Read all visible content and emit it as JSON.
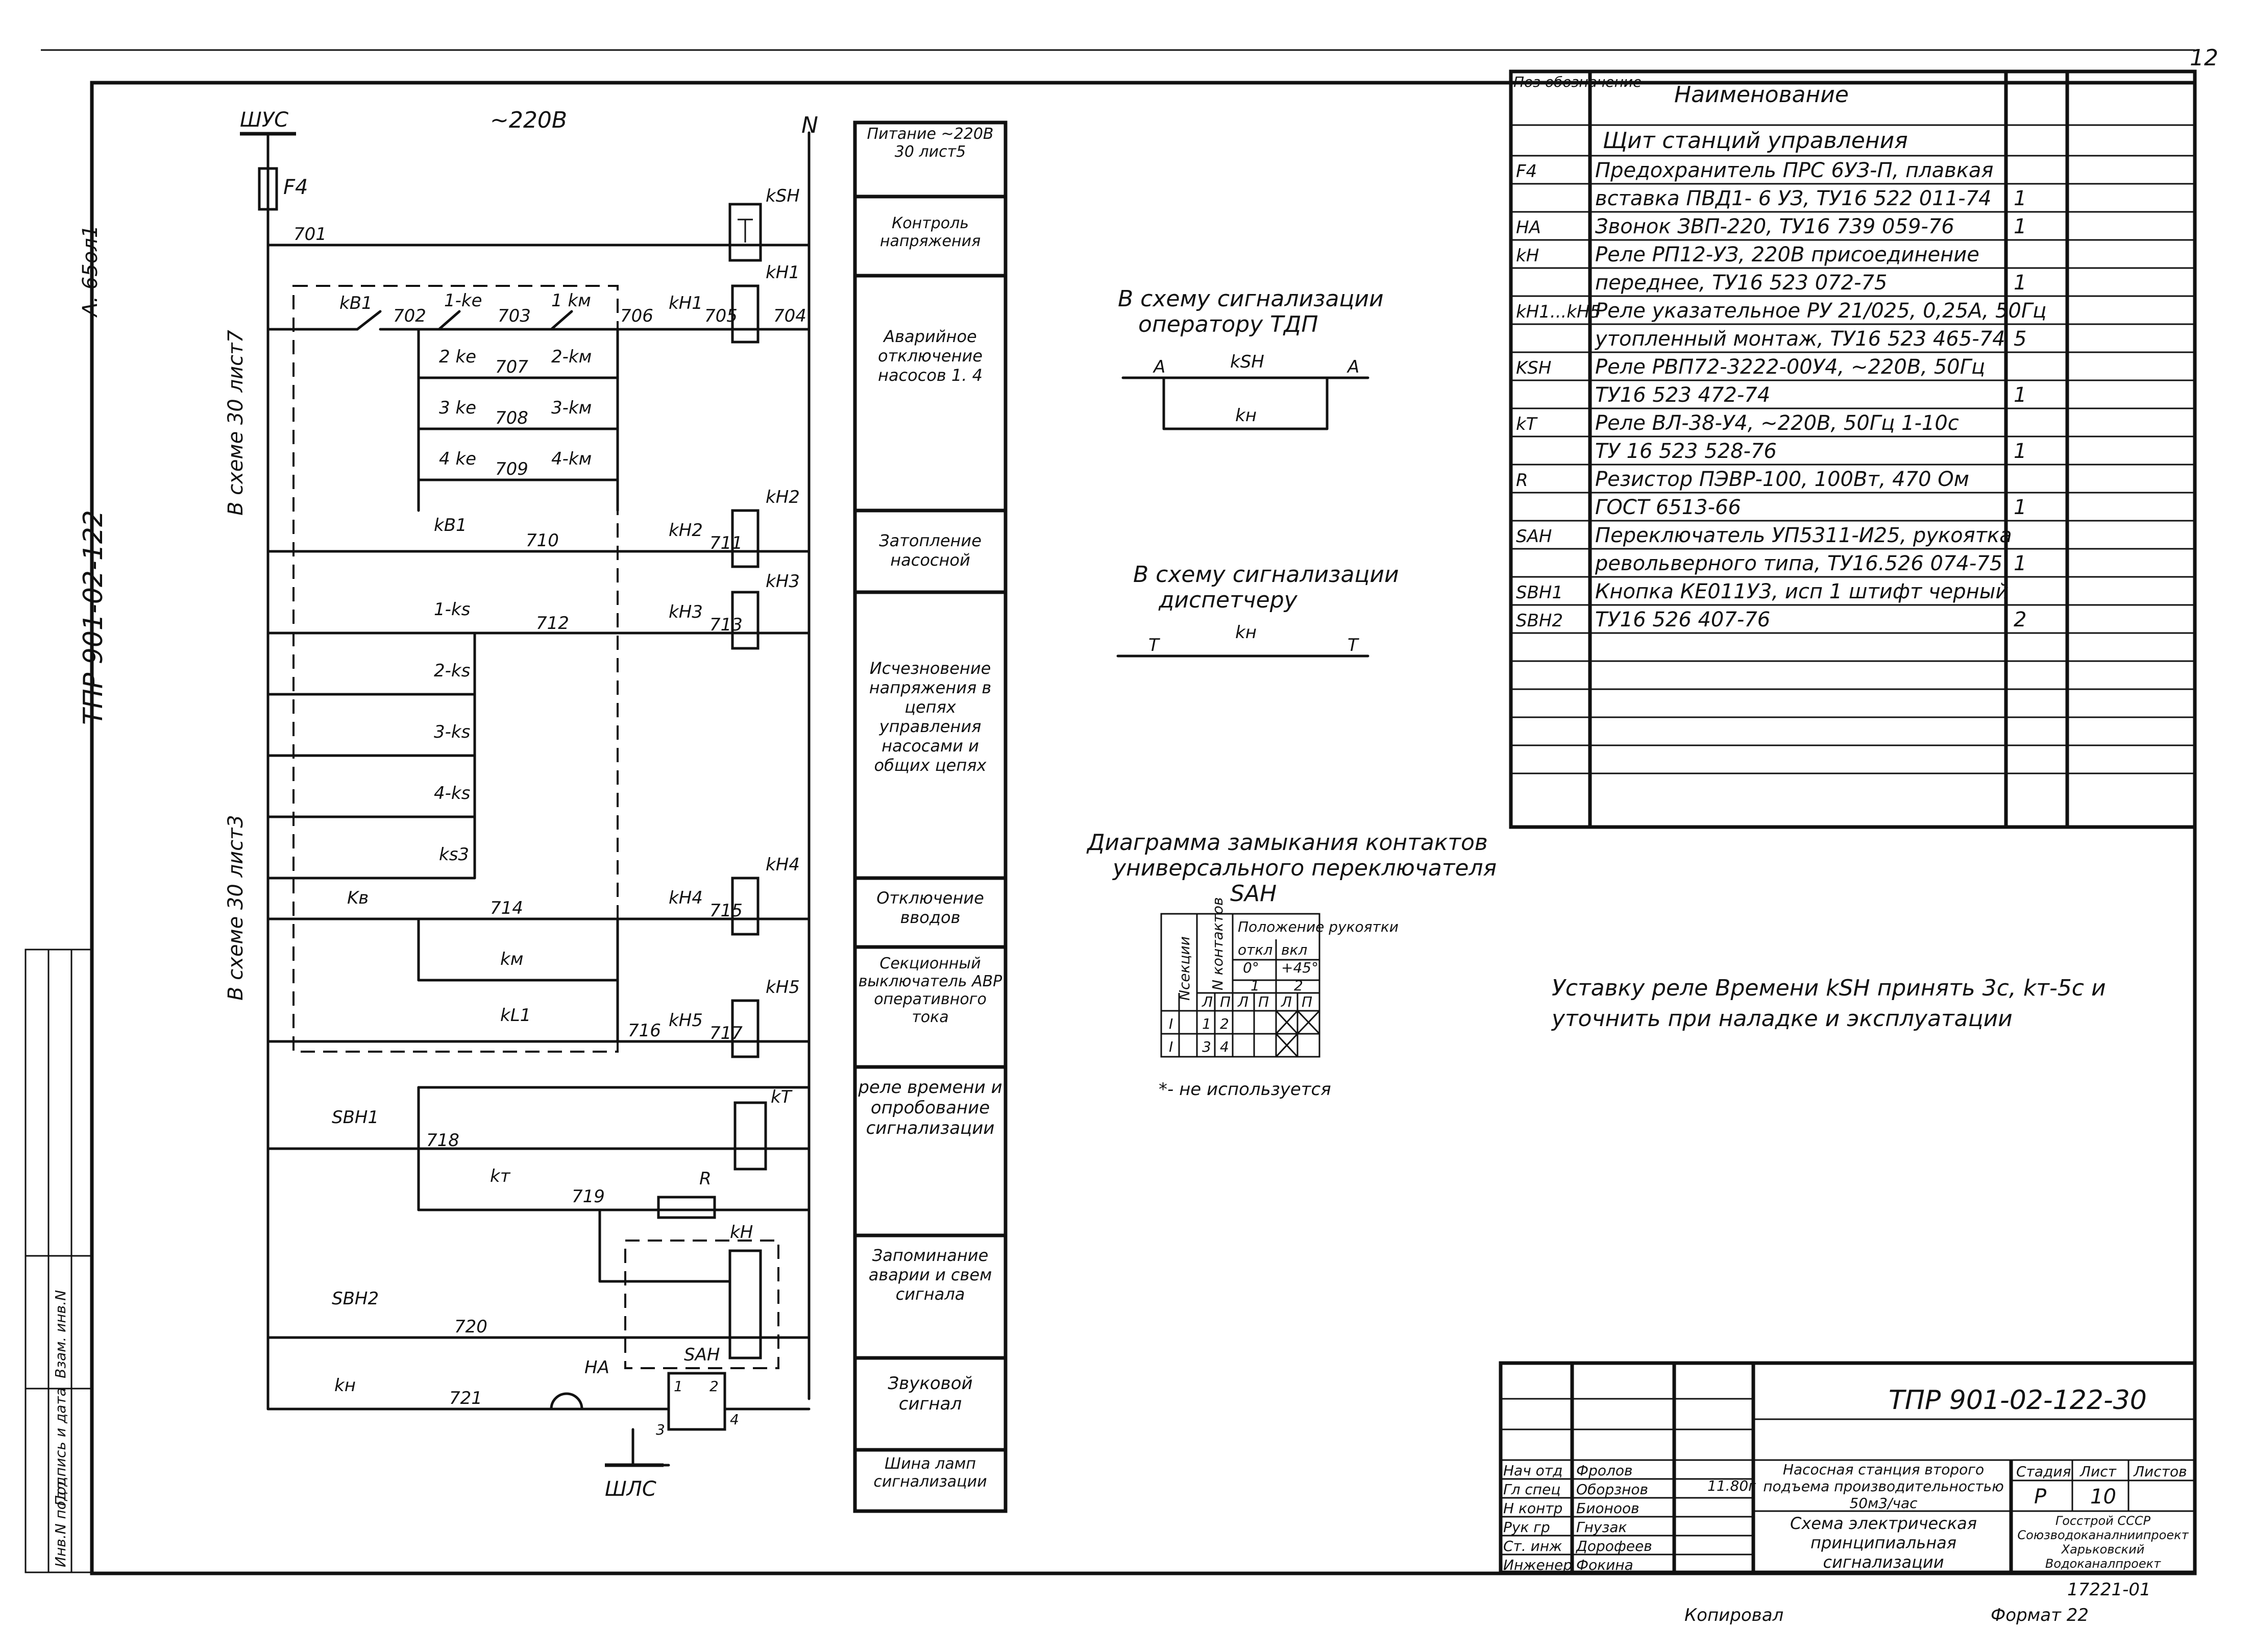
{
  "sheet_number": "12",
  "document_code_side": "ТПР 901-02-122",
  "album_ref_side": "А. 65ол1",
  "bus_top": "ШУС",
  "voltage": "~220В",
  "neutral": "N",
  "bus_bottom": "ШЛС",
  "fuse": "F4",
  "relays": {
    "ksh": "kSH",
    "kh1": "kH1",
    "kh2": "kH2",
    "kh3": "kH3",
    "kh4": "kH4",
    "kh5": "kH5",
    "kt": "kT",
    "kh": "kH",
    "r": "R",
    "ha": "HA",
    "sah": "SAH",
    "sbh1": "SBH1",
    "sbh2": "SBH2"
  },
  "contacts": {
    "kb1a": "kB1",
    "k1ke": "1-kе",
    "k1km": "1 kм",
    "k2ke": "2 kе",
    "k2km": "2-kм",
    "k3ke": "3 kе",
    "k3km": "3-kм",
    "k4ke": "4 kе",
    "k4km": "4-kм",
    "kb1b": "kB1",
    "k1ks": "1-ks",
    "k2ks": "2-ks",
    "k3ks": "3-ks",
    "k4ks": "4-ks",
    "ks3": "ks3",
    "kb": "Kв",
    "km": "kм",
    "kl1": "kL1",
    "kt_c": "kт",
    "kh_c": "kн",
    "kh1c": "kH1",
    "kh2c": "kH2",
    "kh3c": "kH3",
    "kh4c": "kH4",
    "kh5c": "kH5"
  },
  "wires": [
    "701",
    "702",
    "703",
    "704",
    "705",
    "706",
    "707",
    "708",
    "709",
    "710",
    "711",
    "712",
    "713",
    "714",
    "715",
    "716",
    "717",
    "718",
    "719",
    "720",
    "721"
  ],
  "sah_terms": [
    "1",
    "2",
    "3",
    "4"
  ],
  "side_ref_1": "В схеме 30 лист7",
  "side_ref_2": "В схеме 30 лист3",
  "functions": [
    "Питание ~220В 30 лист5",
    "Контроль напряжения",
    "Аварийное отключение насосов 1. 4",
    "Затопление насосной",
    "Исчезновение напряжения в цепях управления насосами и общих цепях",
    "Отключение вводов",
    "Секционный выключатель АВР оперативного тока",
    "реле времени и опробование сигнализации",
    "Запоминание аварии и свем сигнала",
    "Звуковой сигнал",
    "Шина ламп сигнализации"
  ],
  "ext1": {
    "title1": "В схему сигнализации",
    "title2": "оператору ТДП",
    "term": "А",
    "c1": "kSH",
    "c2": "kн"
  },
  "ext2": {
    "title1": "В схему сигнализации",
    "title2": "диспетчеру",
    "term": "Т",
    "c1": "kн"
  },
  "diagram": {
    "title1": "Диаграмма замыкания контактов",
    "title2": "универсального переключателя",
    "title3": "SAH",
    "col_section": "Nсекции",
    "col_contacts": "N контактов",
    "col_pos": "Положение рукоятки",
    "pos_off": "откл",
    "pos_on": "вкл",
    "angle_off": "0°",
    "angle_on": "+45°",
    "pos_1": "1",
    "pos_2": "2",
    "sub": [
      "Л",
      "П",
      "Л",
      "П",
      "Л",
      "П"
    ],
    "rows": [
      [
        "I",
        "1",
        "2"
      ],
      [
        "I",
        "3",
        "4"
      ]
    ],
    "note": "*- не используется"
  },
  "setting_note1": "Уставку реле Времени kSH принять 3с, kт-5с и",
  "setting_note2": "уточнить при наладке и эксплуатации",
  "spec": {
    "head_pos": "Поз обозначение",
    "head_name": "Наименование",
    "section": "Щит станций управления",
    "rows": [
      {
        "pos": "F4",
        "name": "Предохранитель ПРС 6УЗ-П, плавкая",
        "q": ""
      },
      {
        "pos": "",
        "name": "вставка ПВД1- 6 УЗ, ТУ16 522 011-74",
        "q": "1"
      },
      {
        "pos": "HA",
        "name": "Звонок ЗВП-220, ТУ16 739 059-76",
        "q": "1"
      },
      {
        "pos": "kH",
        "name": "Реле РП12-УЗ, 220В присоединение",
        "q": ""
      },
      {
        "pos": "",
        "name": "переднее, ТУ16 523 072-75",
        "q": "1"
      },
      {
        "pos": "kH1...kH5",
        "name": "Реле указательное РУ 21/025, 0,25А, 50Гц",
        "q": ""
      },
      {
        "pos": "",
        "name": "утопленный монтаж, ТУ16 523 465-74",
        "q": "5"
      },
      {
        "pos": "KSH",
        "name": "Реле РВП72-3222-00У4, ~220В, 50Гц",
        "q": ""
      },
      {
        "pos": "",
        "name": "ТУ16 523 472-74",
        "q": "1"
      },
      {
        "pos": "kT",
        "name": "Реле ВЛ-38-У4, ~220В, 50Гц 1-10с",
        "q": ""
      },
      {
        "pos": "",
        "name": "ТУ 16 523 528-76",
        "q": "1"
      },
      {
        "pos": "R",
        "name": "Резистор ПЭВР-100, 100Вт, 470 Ом",
        "q": ""
      },
      {
        "pos": "",
        "name": "ГОСТ 6513-66",
        "q": "1"
      },
      {
        "pos": "SAH",
        "name": "Переключатель УП5311-И25, рукоятка",
        "q": ""
      },
      {
        "pos": "",
        "name": "револьверного типа, ТУ16.526 074-75",
        "q": "1"
      },
      {
        "pos": "SBH1",
        "name": "Кнопка КЕ011У3, исп 1 штифт черный",
        "q": ""
      },
      {
        "pos": "SBH2",
        "name": "ТУ16 526 407-76",
        "q": "2"
      }
    ]
  },
  "stamp": {
    "code": "ТПР 901-02-122-30",
    "project": "Насосная станция второго подъема производительностью 50м3/час",
    "title": "Схема электрическая принципиальная сигнализации",
    "stage_h": "Стадия",
    "sheet_h": "Лист",
    "sheets_h": "Листов",
    "stage": "Р",
    "sheet": "10",
    "org": "Госстрой СССР Союзводоканалниипроект Харьковский Водоканалпроект",
    "roles": [
      "Нач отд",
      "Гл спец",
      "Н контр",
      "Рук гр",
      "Ст. инж",
      "Инженер"
    ],
    "names": [
      "Фролов",
      "Оборзнов",
      "Бионоов",
      "Гнузак",
      "Дорофеев",
      "Фокина"
    ],
    "date": "11.80г",
    "inv": "17221-01",
    "copied": "Копировал",
    "format": "Формат 22"
  },
  "left_strip": [
    "Инв.N подл.",
    "Подпись и дата",
    "Взам. инв.N"
  ]
}
